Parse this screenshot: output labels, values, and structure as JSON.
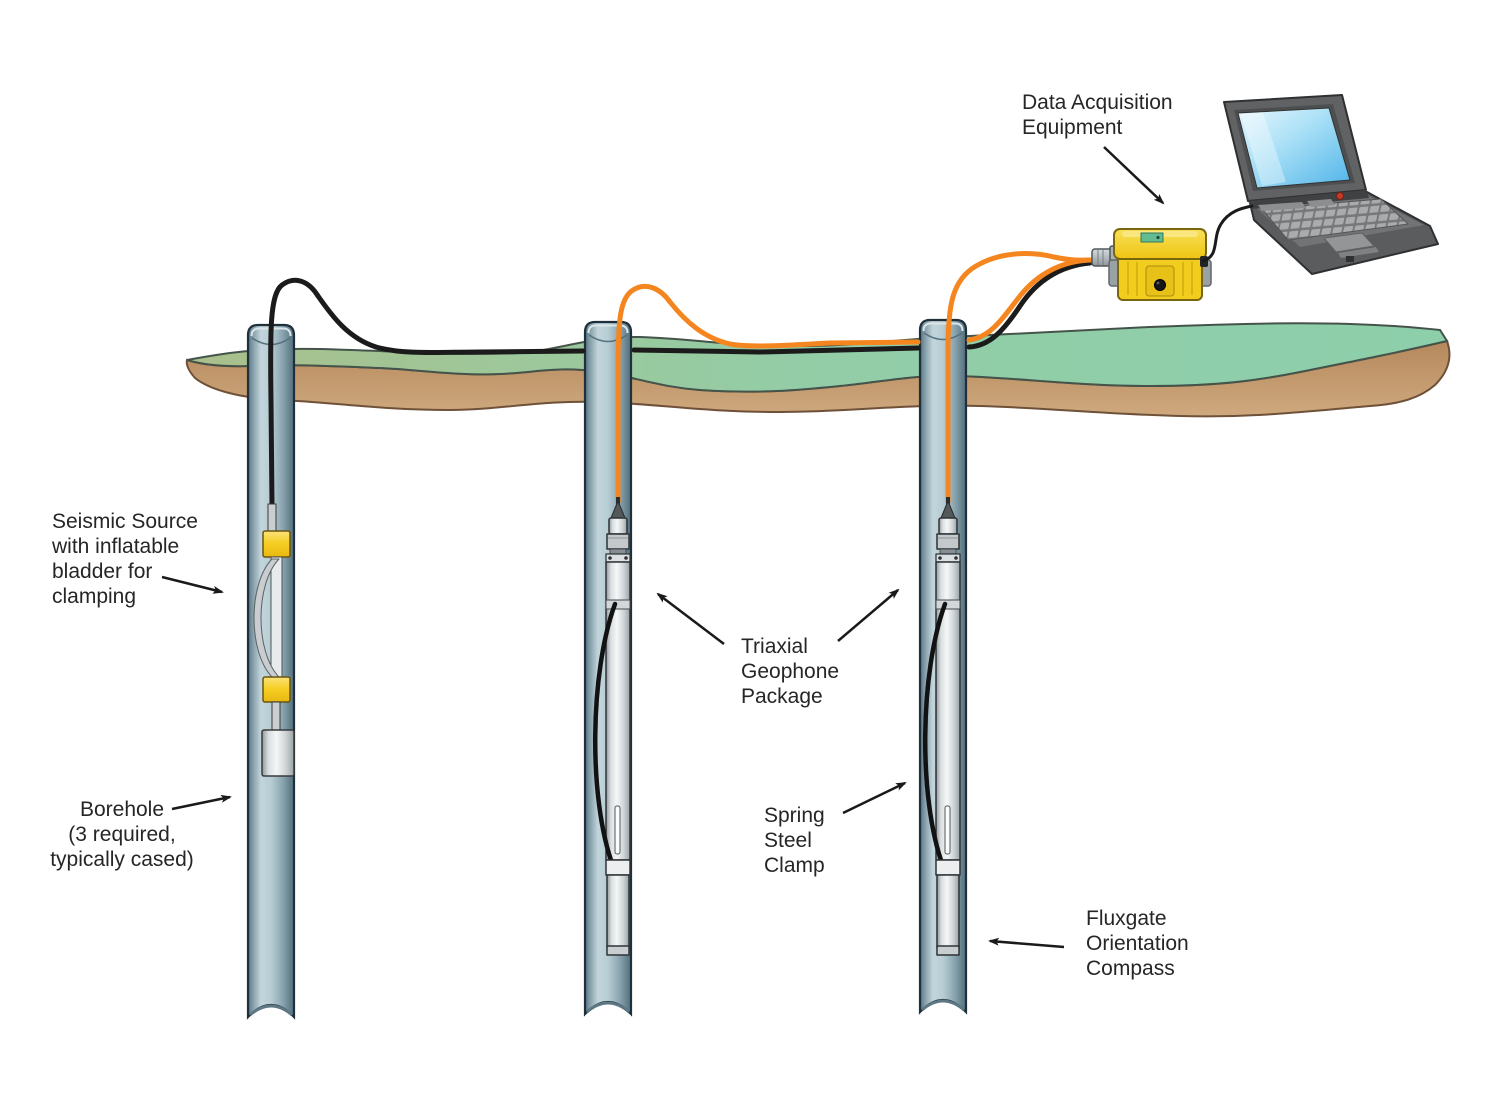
{
  "labels": {
    "data_acquisition": "Data Acquisition\nEquipment",
    "seismic_source": "Seismic Source\nwith inflatable\nbladder for\nclamping",
    "borehole": "Borehole\n(3 required,\ntypically cased)",
    "triaxial_geophone": "Triaxial\nGeophone\nPackage",
    "spring_steel_clamp": "Spring\nSteel\nClamp",
    "fluxgate_compass": "Fluxgate\nOrientation\nCompass"
  },
  "colors": {
    "cable_black": "#1b1b1b",
    "cable_orange": "#f5861f",
    "grass_green_left": "#a9bf8a",
    "grass_green_right": "#8dcfab",
    "soil_brown": "#c4935f",
    "casing_blue": "#b7cdd4",
    "equipment_case_yellow": "#f2cd1d",
    "laptop_gray": "#5f6163",
    "laptop_screen_blue": "#7ccdf0",
    "clamp_collar_yellow": "#f3c713",
    "label_text": "#262626"
  }
}
